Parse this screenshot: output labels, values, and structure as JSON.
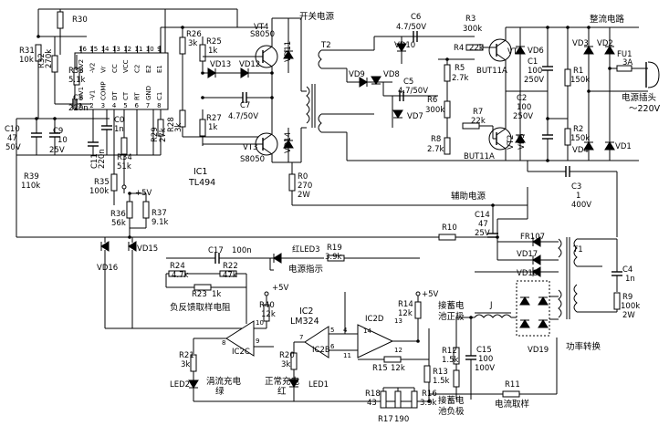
{
  "sections": {
    "switch_power": "开关电源",
    "rectifier": "整流电路",
    "aux_power": "辅助电源",
    "power_convert": "功率转换",
    "power_plug": "电源插头",
    "mains": "～220V",
    "neg_feedback": "负反馈取样电阻",
    "power_indicator": "电源指示",
    "trickle": "涓流充电",
    "trickle_color": "绿",
    "normal": "正常充电",
    "normal_color": "红",
    "batt_pos": "接蓄电",
    "batt_pos2": "池正极",
    "batt_neg": "接蓄电",
    "batt_neg2": "池负极",
    "current_sample": "电流取样",
    "plus5v": "+5V"
  },
  "components": {
    "R30": [
      "R30",
      ""
    ],
    "R31": [
      "R31",
      "10k"
    ],
    "R32": [
      "R32",
      "270k"
    ],
    "R33": [
      "R33",
      "5.1k"
    ],
    "C8": [
      "C8",
      "220n"
    ],
    "C10": [
      "C10",
      "47",
      "50V"
    ],
    "C9": [
      "C9",
      "10",
      "25V"
    ],
    "C0": [
      "C0",
      "1n"
    ],
    "C11": [
      "C11",
      "220n"
    ],
    "R39": [
      "R39",
      "110k"
    ],
    "R34": [
      "R34",
      "51k"
    ],
    "R35": [
      "R35",
      "100k"
    ],
    "R29": [
      "R29",
      "27k"
    ],
    "R28": [
      "R28",
      "3k"
    ],
    "R26": [
      "R26",
      "3k"
    ],
    "R25": [
      "R25",
      "1k"
    ],
    "R27": [
      "R27",
      "1k"
    ],
    "VT4": [
      "VT4",
      "S8050"
    ],
    "VT3": [
      "VT3",
      "S8050"
    ],
    "VD13": [
      "VD13"
    ],
    "VD12": [
      "VD12"
    ],
    "VD11": [
      "VD11"
    ],
    "VD14": [
      "VD14"
    ],
    "C7": [
      "C7",
      "4.7/50V"
    ],
    "IC1": [
      "IC1",
      "TL494"
    ],
    "R0": [
      "R0",
      "270",
      "2W"
    ],
    "T2": [
      "T2"
    ],
    "C6": [
      "C6",
      "4.7/50V"
    ],
    "R3": [
      "R3",
      "300k"
    ],
    "R4": [
      "R4",
      "22k"
    ],
    "VD10": [
      "VD10"
    ],
    "VD9": [
      "VD9"
    ],
    "VD8": [
      "VD8"
    ],
    "VD7": [
      "VD7"
    ],
    "C5": [
      "C5",
      "4.7/50V"
    ],
    "R5": [
      "R5",
      "2.7k"
    ],
    "R6": [
      "R6",
      "300k"
    ],
    "R7": [
      "R7",
      "22k"
    ],
    "R8": [
      "R8",
      "2.7k"
    ],
    "VT1": [
      "VT1"
    ],
    "VT2": [
      "VT2"
    ],
    "BUT11A_1": [
      "BUT11A"
    ],
    "BUT11A_2": [
      "BUT11A"
    ],
    "VD6": [
      "VD6"
    ],
    "VD5": [
      "VD5"
    ],
    "C1": [
      "C1",
      "100",
      "250V"
    ],
    "C2": [
      "C2",
      "100",
      "250V"
    ],
    "VD3": [
      "VD3"
    ],
    "VD2": [
      "VD2"
    ],
    "VD4": [
      "VD4"
    ],
    "VD1": [
      "VD1"
    ],
    "R1": [
      "R1",
      "150k"
    ],
    "R2": [
      "R2",
      "150k"
    ],
    "FU1": [
      "FU1",
      "3A"
    ],
    "C3": [
      "C3",
      "1",
      "400V"
    ],
    "R36": [
      "R36",
      "56k"
    ],
    "R37": [
      "R37",
      "9.1k"
    ],
    "VD16": [
      "VD16"
    ],
    "VD15": [
      "VD15"
    ],
    "R10": [
      "R10"
    ],
    "C14": [
      "C14",
      "47",
      "25V"
    ],
    "FR107": [
      "FR107"
    ],
    "VD17": [
      "VD17"
    ],
    "VD18": [
      "VD18"
    ],
    "T1": [
      "T1"
    ],
    "C4": [
      "C4",
      "1n"
    ],
    "R9": [
      "R9",
      "100k",
      "2W"
    ],
    "VD19": [
      "VD19"
    ],
    "J": [
      "J"
    ],
    "C17": [
      "C17",
      "100n"
    ],
    "LED3": [
      "红LED3"
    ],
    "R19": [
      "R19",
      "3.9k"
    ],
    "R24": [
      "R24",
      "4.7k"
    ],
    "R22": [
      "R22",
      "47k"
    ],
    "R23": [
      "R23",
      "1k"
    ],
    "R40": [
      "R40",
      "12k"
    ],
    "IC2": [
      "IC2",
      "LM324"
    ],
    "IC2C": [
      "IC2C"
    ],
    "IC2B": [
      "IC2B"
    ],
    "IC2D": [
      "IC2D"
    ],
    "R14": [
      "R14",
      "12k"
    ],
    "R15": [
      "R15",
      "12k"
    ],
    "R21": [
      "R21",
      "3k"
    ],
    "R20": [
      "R20",
      "3k"
    ],
    "LED2": [
      "LED2"
    ],
    "LED1": [
      "LED1"
    ],
    "R12": [
      "R12",
      "1.5k"
    ],
    "R13": [
      "R13",
      "1.5k"
    ],
    "C15": [
      "C15",
      "100",
      "100V"
    ],
    "R18": [
      "R18",
      "43"
    ],
    "R17": [
      "R17",
      "190"
    ],
    "R16": [
      "R16",
      "3.9k"
    ],
    "R11": [
      "R11"
    ]
  },
  "ic1_pins": {
    "top": [
      "16",
      "15",
      "14",
      "13",
      "12",
      "11",
      "10",
      "9"
    ],
    "top_names": [
      "+V2",
      "-V2",
      "Vr",
      "CC",
      "VCC",
      "C2",
      "E2",
      "E1"
    ],
    "bottom": [
      "1",
      "2",
      "3",
      "4",
      "5",
      "6",
      "7",
      "8"
    ],
    "bottom_names": [
      "+V1",
      "-V1",
      "COMP",
      "DT",
      "CT",
      "RT",
      "GND",
      "C1"
    ]
  },
  "ic2_pins": {
    "c": [
      "10",
      "9",
      "8"
    ],
    "b": [
      "5",
      "6",
      "7"
    ],
    "d": [
      "12",
      "13",
      "14"
    ],
    "power": [
      "4",
      "11"
    ]
  }
}
